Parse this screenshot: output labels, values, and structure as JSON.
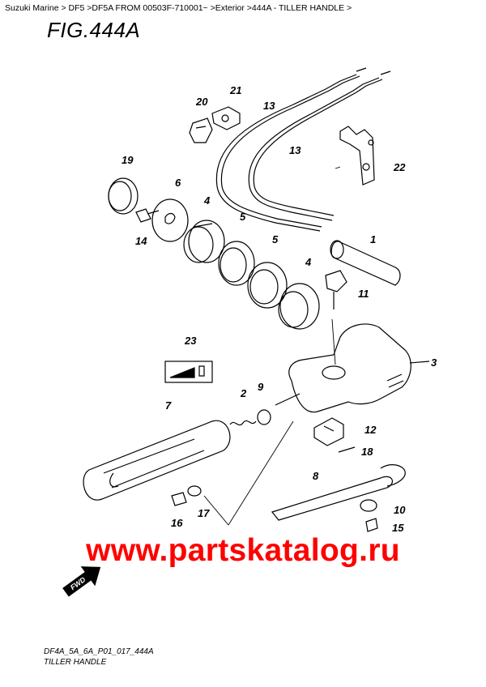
{
  "breadcrumb": "Suzuki Marine > DF5 >DF5A FROM 00503F-710001~ >Exterior >444A - TILLER HANDLE >",
  "figure_title": "FIG.444A",
  "watermark": "www.partskatalog.ru",
  "watermark_color": "#ff0000",
  "fwd_label": "FWD",
  "footer": {
    "code": "DF4A_5A_6A_P01_017_444A",
    "name": "TILLER HANDLE"
  },
  "callouts": [
    "1",
    "2",
    "3",
    "4",
    "4",
    "5",
    "5",
    "6",
    "7",
    "8",
    "9",
    "10",
    "11",
    "12",
    "13",
    "13",
    "14",
    "15",
    "16",
    "17",
    "18",
    "19",
    "20",
    "21",
    "22",
    "23"
  ]
}
